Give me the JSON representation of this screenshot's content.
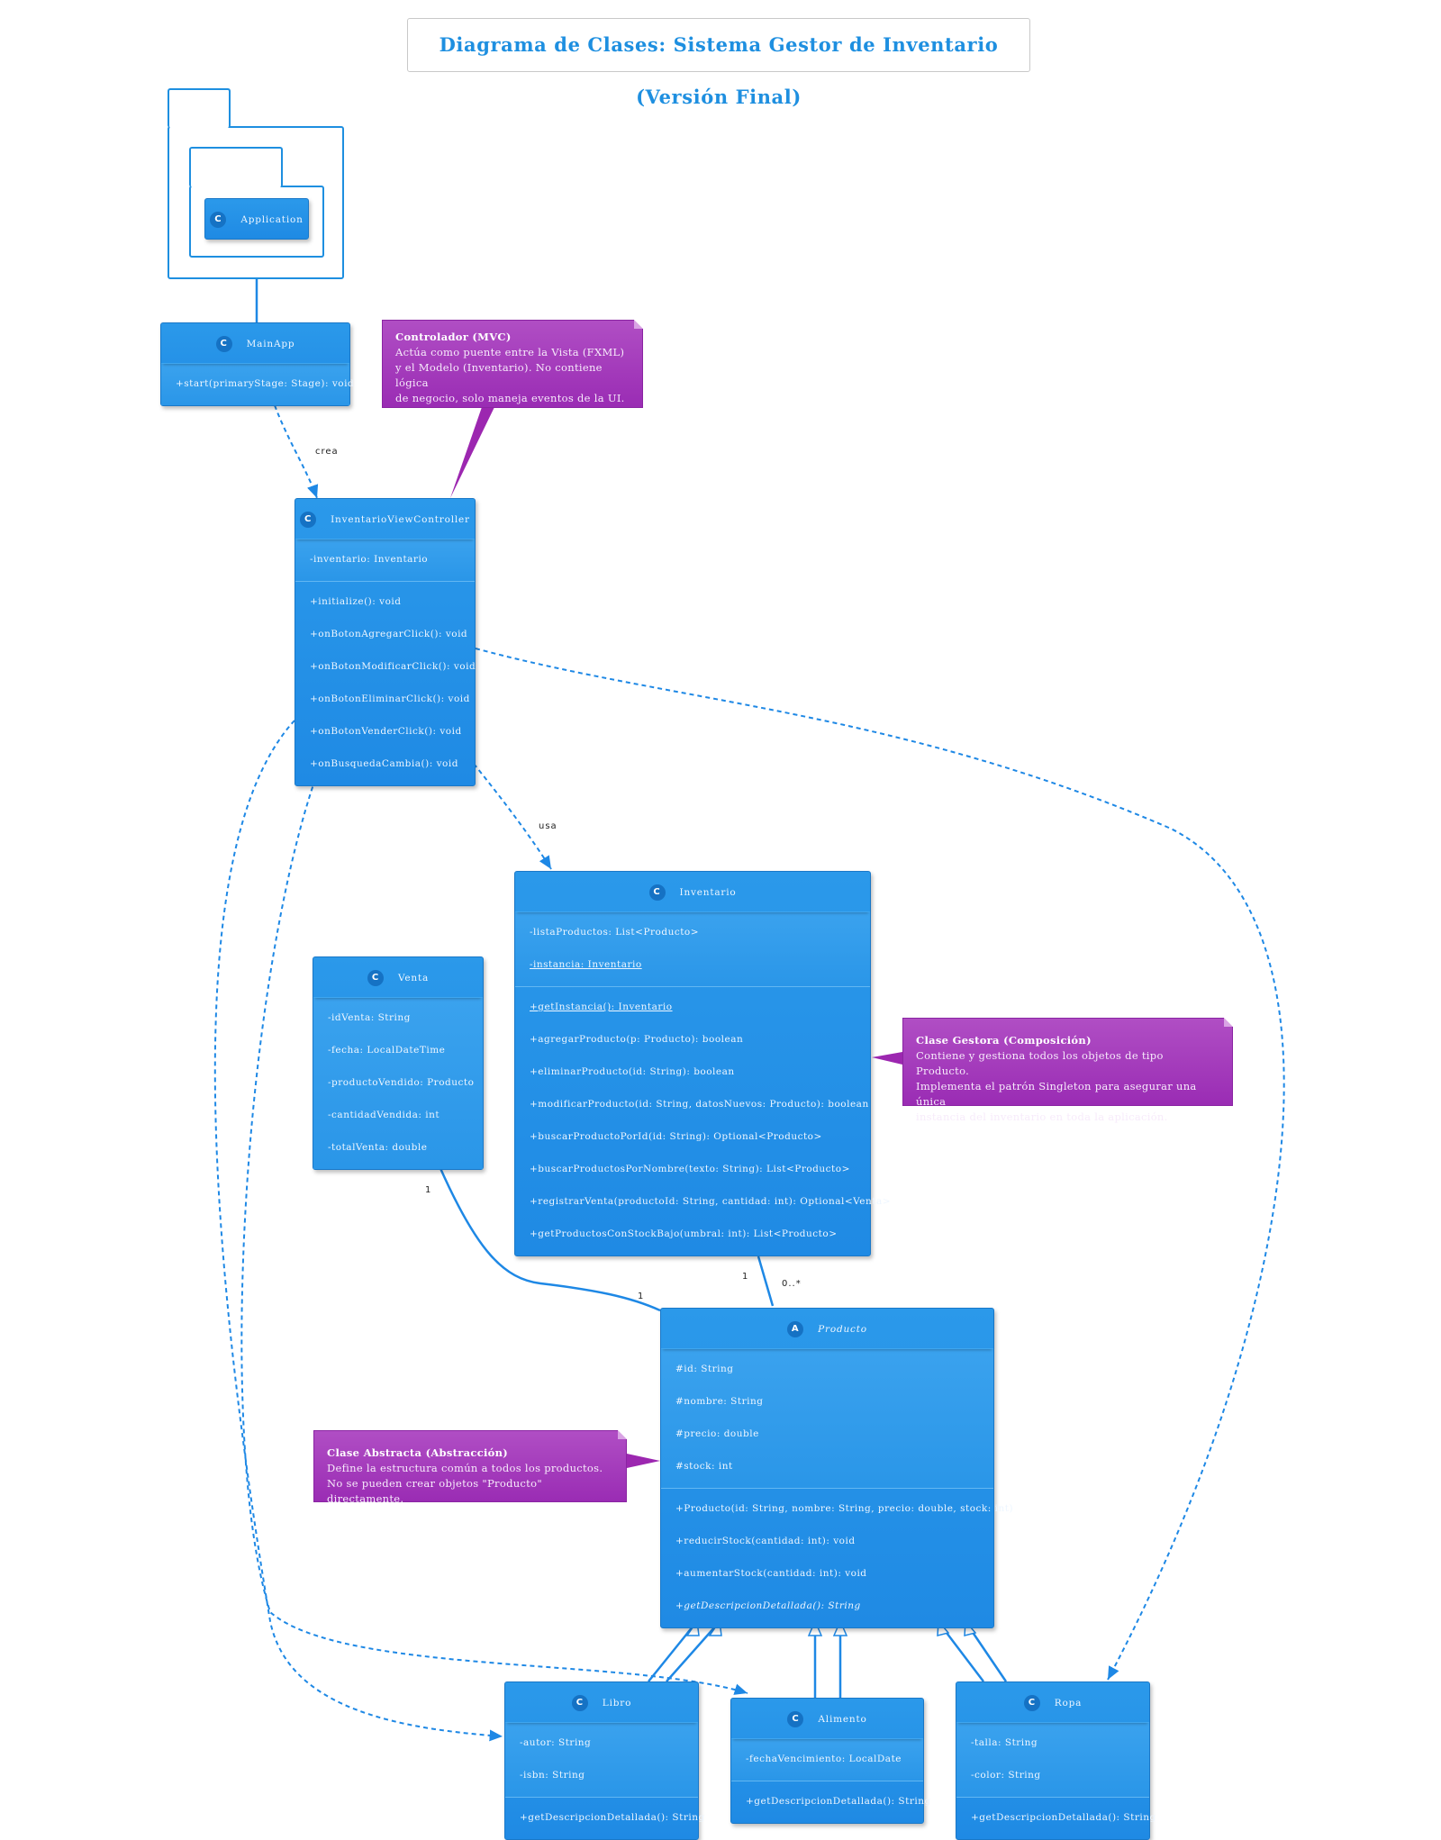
{
  "title": "Diagrama de Clases: Sistema Gestor de Inventario (Versión Final)",
  "colors": {
    "class_fill": "#2196F3",
    "note_fill": "#9C27B0",
    "edge": "#1E88E5"
  },
  "package": {
    "class": {
      "stereotype": "C",
      "name": "Application"
    }
  },
  "classes": {
    "mainapp": {
      "stereotype": "C",
      "name": "MainApp",
      "methods": [
        "+start(primaryStage: Stage): void"
      ]
    },
    "controller": {
      "stereotype": "C",
      "name": "InventarioViewController",
      "attributes": [
        "-inventario: Inventario"
      ],
      "methods": [
        "+initialize(): void",
        "+onBotonAgregarClick(): void",
        "+onBotonModificarClick(): void",
        "+onBotonEliminarClick(): void",
        "+onBotonVenderClick(): void",
        "+onBusquedaCambia(): void"
      ]
    },
    "inventario": {
      "stereotype": "C",
      "name": "Inventario",
      "attributes": [
        "-listaProductos: List<Producto>",
        "-instancia: Inventario"
      ],
      "methods": [
        "+getInstancia(): Inventario",
        "+agregarProducto(p: Producto): boolean",
        "+eliminarProducto(id: String): boolean",
        "+modificarProducto(id: String, datosNuevos: Producto): boolean",
        "+buscarProductoPorId(id: String): Optional<Producto>",
        "+buscarProductosPorNombre(texto: String): List<Producto>",
        "+registrarVenta(productoId: String, cantidad: int): Optional<Venta>",
        "+getProductosConStockBajo(umbral: int): List<Producto>"
      ]
    },
    "venta": {
      "stereotype": "C",
      "name": "Venta",
      "attributes": [
        "-idVenta: String",
        "-fecha: LocalDateTime",
        "-productoVendido: Producto",
        "-cantidadVendida: int",
        "-totalVenta: double"
      ]
    },
    "producto": {
      "stereotype": "A",
      "name": "Producto",
      "attributes": [
        "#id: String",
        "#nombre: String",
        "#precio: double",
        "#stock: int"
      ],
      "methods": [
        "+Producto(id: String, nombre: String, precio: double, stock: int)",
        "+reducirStock(cantidad: int): void",
        "+aumentarStock(cantidad: int): void",
        "+getDescripcionDetallada(): String"
      ]
    },
    "libro": {
      "stereotype": "C",
      "name": "Libro",
      "attributes": [
        "-autor: String",
        "-isbn: String"
      ],
      "methods": [
        "+getDescripcionDetallada(): String"
      ]
    },
    "alimento": {
      "stereotype": "C",
      "name": "Alimento",
      "attributes": [
        "-fechaVencimiento: LocalDate"
      ],
      "methods": [
        "+getDescripcionDetallada(): String"
      ]
    },
    "ropa": {
      "stereotype": "C",
      "name": "Ropa",
      "attributes": [
        "-talla: String",
        "-color: String"
      ],
      "methods": [
        "+getDescripcionDetallada(): String"
      ]
    }
  },
  "notes": {
    "controller": {
      "title": "Controlador (MVC)",
      "lines": [
        "Actúa como puente entre la Vista (FXML)",
        "y el Modelo (Inventario). No contiene lógica",
        "de negocio, solo maneja eventos de la UI."
      ]
    },
    "inventario": {
      "title": "Clase Gestora (Composición)",
      "lines": [
        "Contiene y gestiona todos los objetos de tipo Producto.",
        "Implementa el patrón Singleton para asegurar una única",
        "instancia del inventario en toda la aplicación."
      ]
    },
    "producto": {
      "title": "Clase Abstracta (Abstracción)",
      "lines": [
        "Define la estructura común a todos los productos.",
        "No se pueden crear objetos \"Producto\" directamente."
      ]
    }
  },
  "edge_labels": {
    "crea": "crea",
    "usa": "usa",
    "venta_mult": "1",
    "producto_mult": "1",
    "comp_one": "1",
    "comp_many": "0..*"
  }
}
